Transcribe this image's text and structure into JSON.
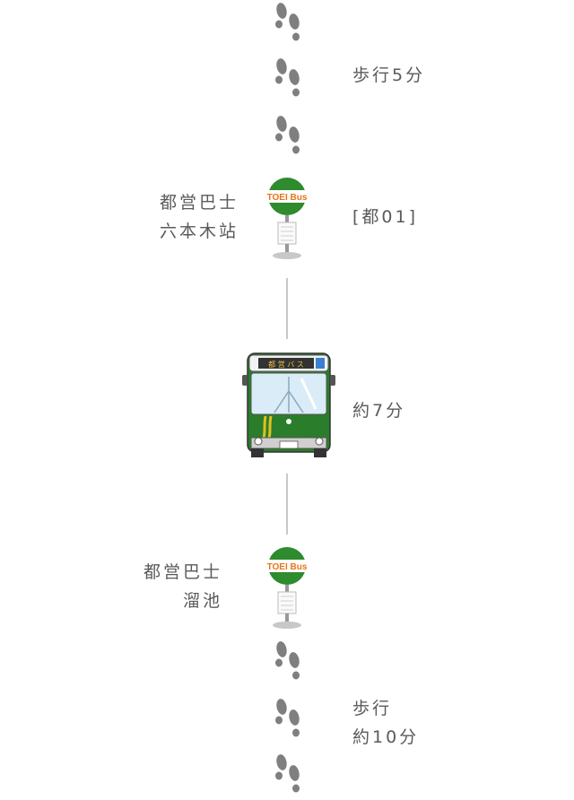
{
  "steps": [
    {
      "type": "walk",
      "label": "歩行5分"
    },
    {
      "type": "stop",
      "name_lines": [
        "都営巴士",
        "六本木站"
      ],
      "route": "[都01]",
      "sign": "TOEI Bus"
    },
    {
      "type": "ride",
      "label": "約7分",
      "bus_display": "都 営 バ ス"
    },
    {
      "type": "stop",
      "name_lines": [
        "都営巴士",
        "溜池"
      ],
      "sign": "TOEI Bus"
    },
    {
      "type": "walk",
      "label_lines": [
        "歩行",
        "約10分"
      ]
    }
  ],
  "colors": {
    "stop_green": "#2e8b2e",
    "stop_text": "#e8731a",
    "bus_green": "#2a7d2a",
    "text": "#5a5a5a",
    "line": "#c8c8c8",
    "footprint": "#7f7f7f"
  },
  "icons": [
    "footprints-icon",
    "bus-stop-icon",
    "bus-icon"
  ]
}
